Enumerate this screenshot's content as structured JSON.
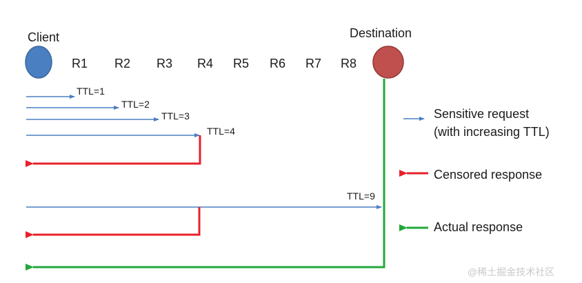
{
  "nodes": {
    "client": {
      "label": "Client",
      "color": "#4a7fc1"
    },
    "destination": {
      "label": "Destination",
      "color": "#c0504d"
    }
  },
  "routers": [
    "R1",
    "R2",
    "R3",
    "R4",
    "R5",
    "R6",
    "R7",
    "R8"
  ],
  "probes": [
    {
      "label": "TTL=1"
    },
    {
      "label": "TTL=2"
    },
    {
      "label": "TTL=3"
    },
    {
      "label": "TTL=4"
    },
    {
      "label": "TTL=9"
    }
  ],
  "legend": {
    "request_line1": "Sensitive request",
    "request_line2": "(with increasing TTL)",
    "censored": "Censored response",
    "actual": "Actual response"
  },
  "colors": {
    "request": "#4a7fc1",
    "censored": "#e8202a",
    "actual": "#22a83a"
  },
  "watermark": "@稀土掘金技术社区"
}
